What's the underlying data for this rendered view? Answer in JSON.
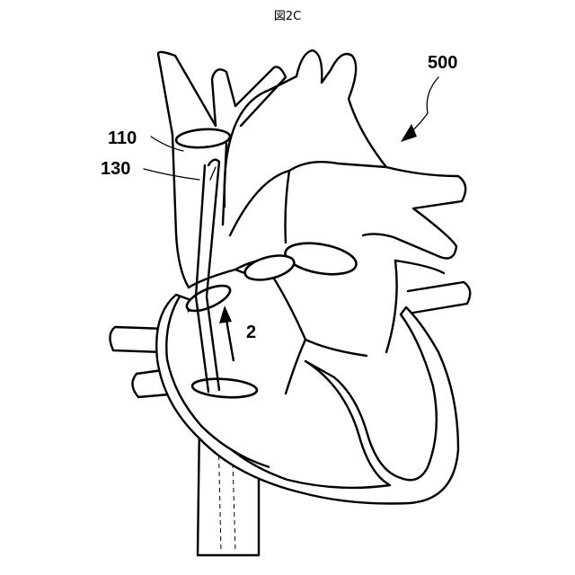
{
  "figure": {
    "title": "図2C",
    "labels": {
      "ref_500": "500",
      "ref_110": "110",
      "ref_130": "130",
      "ref_2": "2"
    }
  }
}
